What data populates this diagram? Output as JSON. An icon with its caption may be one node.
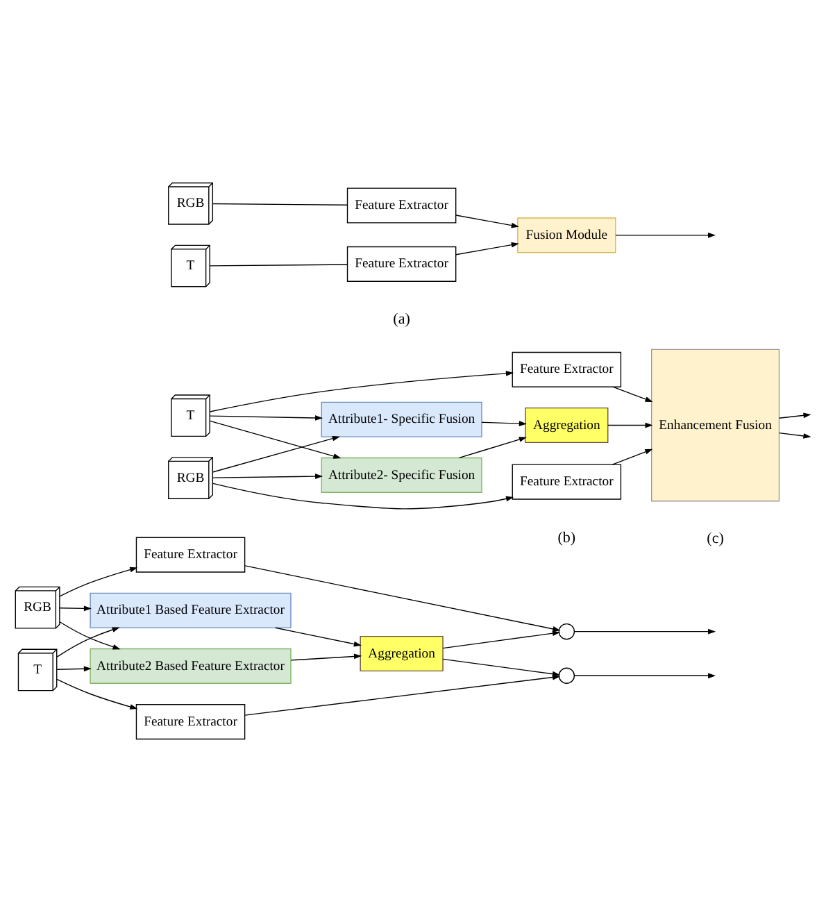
{
  "diagram": {
    "nodes": [
      {
        "text": [
          "RGB"
        ]
      },
      {
        "text": [
          "Feature Extractor"
        ]
      },
      {
        "text": [
          "T"
        ]
      },
      {
        "text": [
          "Feature Extractor"
        ]
      },
      {
        "text": [
          "Fusion Module"
        ]
      },
      {
        "text": [
          "RGB"
        ]
      },
      {
        "text": [
          "Feature Extractor"
        ]
      },
      {
        "text": [
          "Attribute1 Based Feature Extractor"
        ]
      },
      {
        "text": [
          "Attribute2 Based Feature Extractor"
        ]
      },
      {
        "text": [
          "Aggregation"
        ]
      },
      {
        "text": [
          "T"
        ]
      },
      {
        "text": [
          "Feature Extractor"
        ]
      },
      {
        "text": [],
        "shape": "circle"
      },
      {
        "text": [],
        "shape": "circle"
      },
      {
        "text": [
          "RGB"
        ]
      },
      {
        "text": [
          "Feature Extractor"
        ]
      },
      {
        "text": [
          "Attribute1- Specific Fusion"
        ]
      },
      {
        "text": [
          "Attribute2- Specific Fusion"
        ]
      },
      {
        "text": [
          "Aggregation"
        ]
      },
      {
        "text": [
          "T"
        ]
      },
      {
        "text": [
          "Feature Extractor"
        ]
      },
      {
        "text": [
          "Enhancement Fusion"
        ]
      }
    ],
    "edges": [
      {
        "from": 0,
        "to": 1,
        "arrow": "none"
      },
      {
        "from": 2,
        "to": 3,
        "arrow": "none"
      },
      {
        "from": 1,
        "to": 4,
        "arrow": "to"
      },
      {
        "from": 3,
        "to": 4,
        "arrow": "to"
      },
      {
        "from": 4,
        "to": null,
        "arrow": "to"
      },
      {
        "from": 5,
        "to": 6,
        "arrow": "to"
      },
      {
        "from": 5,
        "to": 7,
        "arrow": "to"
      },
      {
        "from": 5,
        "to": 8,
        "arrow": "to"
      },
      {
        "from": 10,
        "to": 7,
        "arrow": "to"
      },
      {
        "from": 10,
        "to": 8,
        "arrow": "to"
      },
      {
        "from": 10,
        "to": 11,
        "arrow": "to"
      },
      {
        "from": 6,
        "to": 12,
        "arrow": "to"
      },
      {
        "from": 7,
        "to": 9,
        "arrow": "to"
      },
      {
        "from": 8,
        "to": 9,
        "arrow": "to"
      },
      {
        "from": 9,
        "to": 12,
        "arrow": "to"
      },
      {
        "from": 9,
        "to": 13,
        "arrow": "to"
      },
      {
        "from": 11,
        "to": 13,
        "arrow": "to"
      },
      {
        "from": 12,
        "to": null,
        "arrow": "to"
      },
      {
        "from": 13,
        "to": null,
        "arrow": "to"
      },
      {
        "from": 14,
        "to": 15,
        "arrow": "to"
      },
      {
        "from": 14,
        "to": 16,
        "arrow": "to"
      },
      {
        "from": 14,
        "to": 17,
        "arrow": "to"
      },
      {
        "from": 19,
        "to": 16,
        "arrow": "to"
      },
      {
        "from": 19,
        "to": 17,
        "arrow": "to"
      },
      {
        "from": 19,
        "to": 20,
        "arrow": "to"
      },
      {
        "from": 15,
        "to": 21,
        "arrow": "to"
      },
      {
        "from": 16,
        "to": 18,
        "arrow": "to"
      },
      {
        "from": 17,
        "to": 18,
        "arrow": "to"
      },
      {
        "from": 18,
        "to": 21,
        "arrow": "to"
      },
      {
        "from": 20,
        "to": 21,
        "arrow": "to"
      },
      {
        "from": 21,
        "to": null,
        "arrow": "to"
      },
      {
        "from": 21,
        "to": null,
        "arrow": "to"
      }
    ],
    "labels": [
      "(a)",
      "(b)",
      "(c)"
    ]
  }
}
